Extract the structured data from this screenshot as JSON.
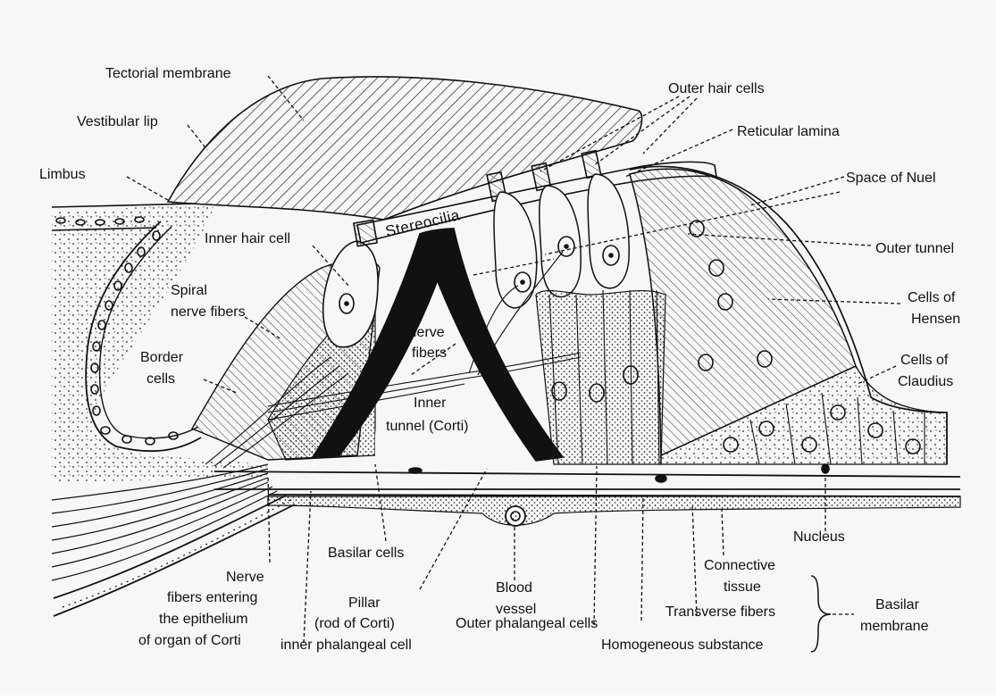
{
  "labels": {
    "tectorial_membrane": "Tectorial membrane",
    "vestibular_lip": "Vestibular lip",
    "limbus": "Limbus",
    "outer_hair_cells": "Outer hair cells",
    "reticular_lamina": "Reticular lamina",
    "space_of_nuel": "Space of Nuel",
    "stereocilia": "Stereocilia",
    "inner_hair_cell": "Inner hair cell",
    "outer_tunnel": "Outer tunnel",
    "spiral_nerve_fibers": [
      "Spiral",
      "nerve fibers"
    ],
    "cells_of_hensen": [
      "Cells of",
      "Hensen"
    ],
    "nerve_fibers": [
      "Nerve",
      "fibers"
    ],
    "border_cells": [
      "Border",
      "cells"
    ],
    "cells_of_claudius": [
      "Cells of",
      "Claudius"
    ],
    "inner_tunnel": [
      "Inner",
      "tunnel (Corti)"
    ],
    "nucleus": "Nucleus",
    "basilar_cells": "Basilar cells",
    "connective_tissue": [
      "Connective",
      "tissue"
    ],
    "nerve_fibers_entering": [
      "Nerve",
      "fibers entering",
      "the epithelium",
      "of organ of Corti"
    ],
    "blood_vessel": [
      "Blood",
      "vessel"
    ],
    "basilar_membrane": [
      "Basilar",
      "membrane"
    ],
    "pillar": [
      "Pillar",
      "(rod of Corti)"
    ],
    "transverse_fibers": "Transverse fibers",
    "outer_phalangeal_cells": "Outer phalangeal cells",
    "inner_phalangeal_cell": "inner phalangeal cell",
    "homogeneous_substance": "Homogeneous substance"
  },
  "colors": {
    "ink": "#111111",
    "paper": "#f7f7f7"
  }
}
